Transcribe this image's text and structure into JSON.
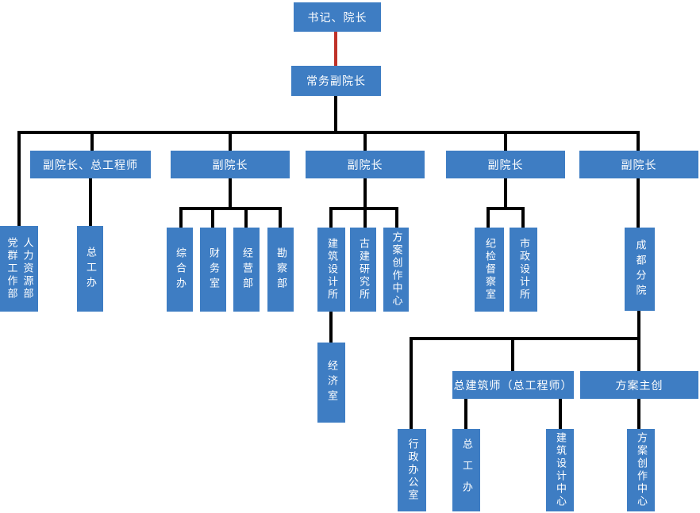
{
  "colors": {
    "box_blue": "#3E7DC3",
    "line_black": "#000000",
    "line_red": "#BF3229",
    "text_white": "#FFFFFF"
  },
  "nodes": {
    "secretary_dean": {
      "label": "书记、院长"
    },
    "exec_vice_dean": {
      "label": "常务副院长"
    },
    "vice_dean_chief_eng": {
      "label": "副院长、总工程师"
    },
    "vice_dean_1": {
      "label": "副院长"
    },
    "vice_dean_2": {
      "label": "副院长"
    },
    "vice_dean_3": {
      "label": "副院长"
    },
    "vice_dean_4": {
      "label": "副院长"
    },
    "party_mass_dept": {
      "label": "党群工作部"
    },
    "hr_dept": {
      "label": "人力资源部"
    },
    "chief_eng_office": {
      "label": "总工办"
    },
    "general_office": {
      "label": "综合办"
    },
    "finance_office": {
      "label": "财务室"
    },
    "business_dept": {
      "label": "经营部"
    },
    "survey_dept": {
      "label": "勘察部"
    },
    "arch_design_institute": {
      "label": "建筑设计所"
    },
    "ancient_arch_institute": {
      "label": "古建研究所"
    },
    "scheme_creation_center": {
      "label": "方案创作中心"
    },
    "discipline_office": {
      "label": "纪检督察室"
    },
    "municipal_design_inst": {
      "label": "市政设计所"
    },
    "chengdu_branch": {
      "label": "成都分院"
    },
    "economy_office": {
      "label": "经济室"
    },
    "chief_architect": {
      "label": "总建筑师（总工程师）"
    },
    "scheme_lead": {
      "label": "方案主创"
    },
    "admin_office": {
      "label": "行政办公室"
    },
    "branch_chief_eng_office": {
      "label": "总工办"
    },
    "arch_design_center": {
      "label": "建筑设计中心"
    },
    "branch_scheme_center": {
      "label": "方案创作中心"
    }
  }
}
